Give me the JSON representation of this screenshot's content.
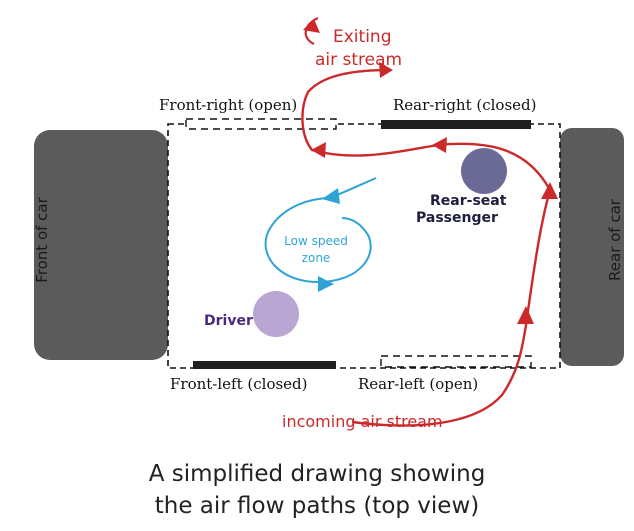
{
  "colors": {
    "car_block": "#5b5b5b",
    "car_block_text": "#1a1a1a",
    "outline": "#111111",
    "window": "#1f1f1f",
    "air_red": "#cc2a2a",
    "air_blue": "#2fa3d6",
    "driver": "#b9a6d3",
    "driver_label": "#4a2a7a",
    "passenger": "#6b6a96",
    "passenger_label": "#1e1e3e",
    "caption": "#222222"
  },
  "labels": {
    "front_of_car": "Front of car",
    "rear_of_car": "Rear of car",
    "front_right": "Front-right (open)",
    "rear_right": "Rear-right (closed)",
    "front_left": "Front-left (closed)",
    "rear_left": "Rear-left (open)",
    "exiting_line1": "Exiting",
    "exiting_line2": "air stream",
    "incoming": "incoming air stream",
    "low_speed_line1": "Low speed",
    "low_speed_line2": "zone",
    "driver": "Driver",
    "passenger_line1": "Rear-seat",
    "passenger_line2": "Passenger"
  },
  "caption": {
    "line1": "A simplified drawing showing",
    "line2": "the air flow paths (top view)"
  }
}
